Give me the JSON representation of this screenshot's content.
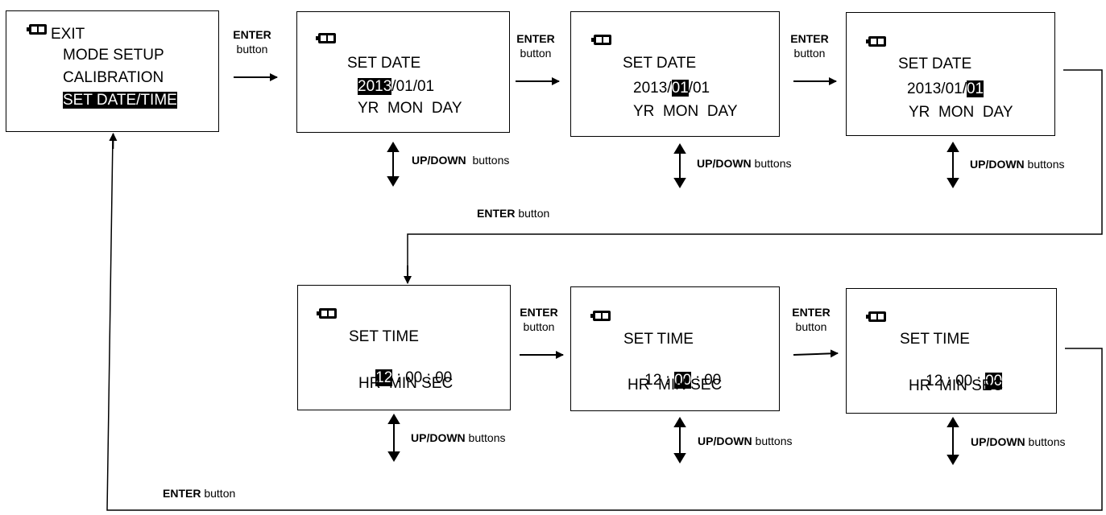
{
  "menu": {
    "items": [
      "EXIT",
      "MODE SETUP",
      "CALIBRATION",
      "SET DATE/TIME"
    ]
  },
  "date_screens": [
    {
      "title": "SET DATE",
      "parts": [
        "2013",
        "/",
        "01",
        "/",
        "01"
      ],
      "highlight": 0,
      "labels": "YR  MON  DAY"
    },
    {
      "title": "SET DATE",
      "parts": [
        "2013",
        "/",
        "01",
        "/",
        "01"
      ],
      "highlight": 2,
      "labels": "YR  MON  DAY"
    },
    {
      "title": "SET DATE",
      "parts": [
        "2013",
        "/",
        "01",
        "/",
        "01"
      ],
      "highlight": 4,
      "labels": "YR  MON  DAY"
    }
  ],
  "time_screens": [
    {
      "title": "SET TIME",
      "parts": [
        "12",
        " : ",
        "00",
        " : ",
        "00"
      ],
      "highlight": 0,
      "labels": "HR  MIN SEC"
    },
    {
      "title": "SET TIME",
      "parts": [
        "12",
        " : ",
        "00",
        " : ",
        "00"
      ],
      "highlight": 2,
      "labels": "HR  MIN SEC"
    },
    {
      "title": "SET TIME",
      "parts": [
        "12",
        " : ",
        "00",
        " : ",
        "00"
      ],
      "highlight": 4,
      "labels": "HR  MIN SEC"
    }
  ],
  "labels": {
    "enter_bold": "ENTER",
    "button_word": "button",
    "enter_button_inline": " button",
    "updown_bold": "UP/DOWN",
    "buttons_word": " buttons"
  }
}
